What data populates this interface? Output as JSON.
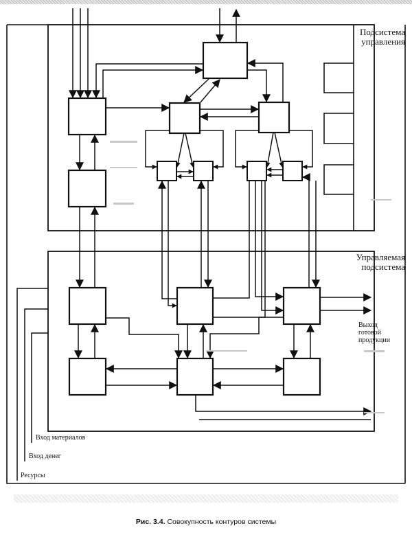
{
  "figure": {
    "caption_number": "Рис. 3.4.",
    "caption_text": "Совокупность контуров системы"
  },
  "subsystems": {
    "control": {
      "title_line1": "Подсистема",
      "title_line2": "управления"
    },
    "managed": {
      "title_line1": "Управляемая",
      "title_line2": "подсистема"
    }
  },
  "labels": {
    "output_line1": "Выход",
    "output_line2": "готовой",
    "output_line3": "продукции",
    "input_materials": "Вход материалов",
    "input_money": "Вход денег",
    "resources": "Ресурсы"
  },
  "blocks": {
    "control": [
      "control-top-block",
      "control-input-block",
      "control-lower-left-block",
      "control-mid-left-block",
      "control-mid-right-block",
      "control-small-1",
      "control-small-2",
      "control-small-3",
      "control-small-4",
      "control-side-1",
      "control-side-2",
      "control-side-3"
    ],
    "managed": [
      "managed-top-left",
      "managed-top-center",
      "managed-top-right",
      "managed-bottom-left",
      "managed-bottom-center",
      "managed-bottom-right"
    ]
  },
  "colors": {
    "ink": "#111111",
    "paper": "#ffffff"
  }
}
